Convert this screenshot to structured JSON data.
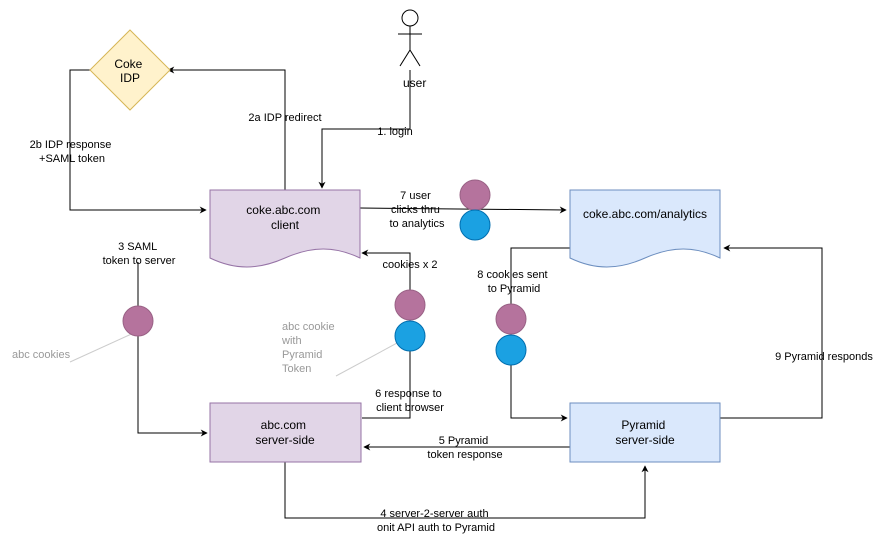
{
  "nodes": {
    "idp": [
      "Coke",
      "IDP"
    ],
    "client": [
      "coke.abc.com",
      "client"
    ],
    "analytics": [
      "coke.abc.com/analytics"
    ],
    "abc_server": [
      "abc.com",
      "server-side"
    ],
    "pyramid_server": [
      "Pyramid",
      "server-side"
    ]
  },
  "actor": {
    "label": "user"
  },
  "edges": {
    "e1": [
      "1. login"
    ],
    "e2a": [
      "2a IDP redirect"
    ],
    "e2b": [
      "2b IDP response",
      "+SAML token"
    ],
    "e3": [
      "3 SAML",
      "token to server"
    ],
    "e4": [
      "4 server-2-server auth",
      "onit API auth to Pyramid"
    ],
    "e5": [
      "5 Pyramid",
      "token response"
    ],
    "e6": [
      "6 response to",
      "client browser"
    ],
    "e7": [
      "7 user",
      "clicks thru",
      "to analytics"
    ],
    "e8": [
      "8 cookies sent",
      "to Pyramid"
    ],
    "e9": [
      "9 Pyramid responds"
    ],
    "cookies_x2": [
      "cookies x 2"
    ]
  },
  "annotations": {
    "abc_cookies": [
      "abc cookies"
    ],
    "abc_cookie_pyramid": [
      "abc cookie",
      "with",
      "Pyramid",
      "Token"
    ]
  },
  "colors": {
    "purple_fill": "#e1d5e7",
    "purple_stroke": "#9673a6",
    "blue_fill": "#dae8fc",
    "blue_stroke": "#6c8ebf",
    "idp_fill": "#fff2cc",
    "idp_stroke": "#d6b656",
    "cookie_purple": "#b5739d",
    "cookie_blue": "#1ba1e2",
    "annotation_grey": "#999999"
  }
}
